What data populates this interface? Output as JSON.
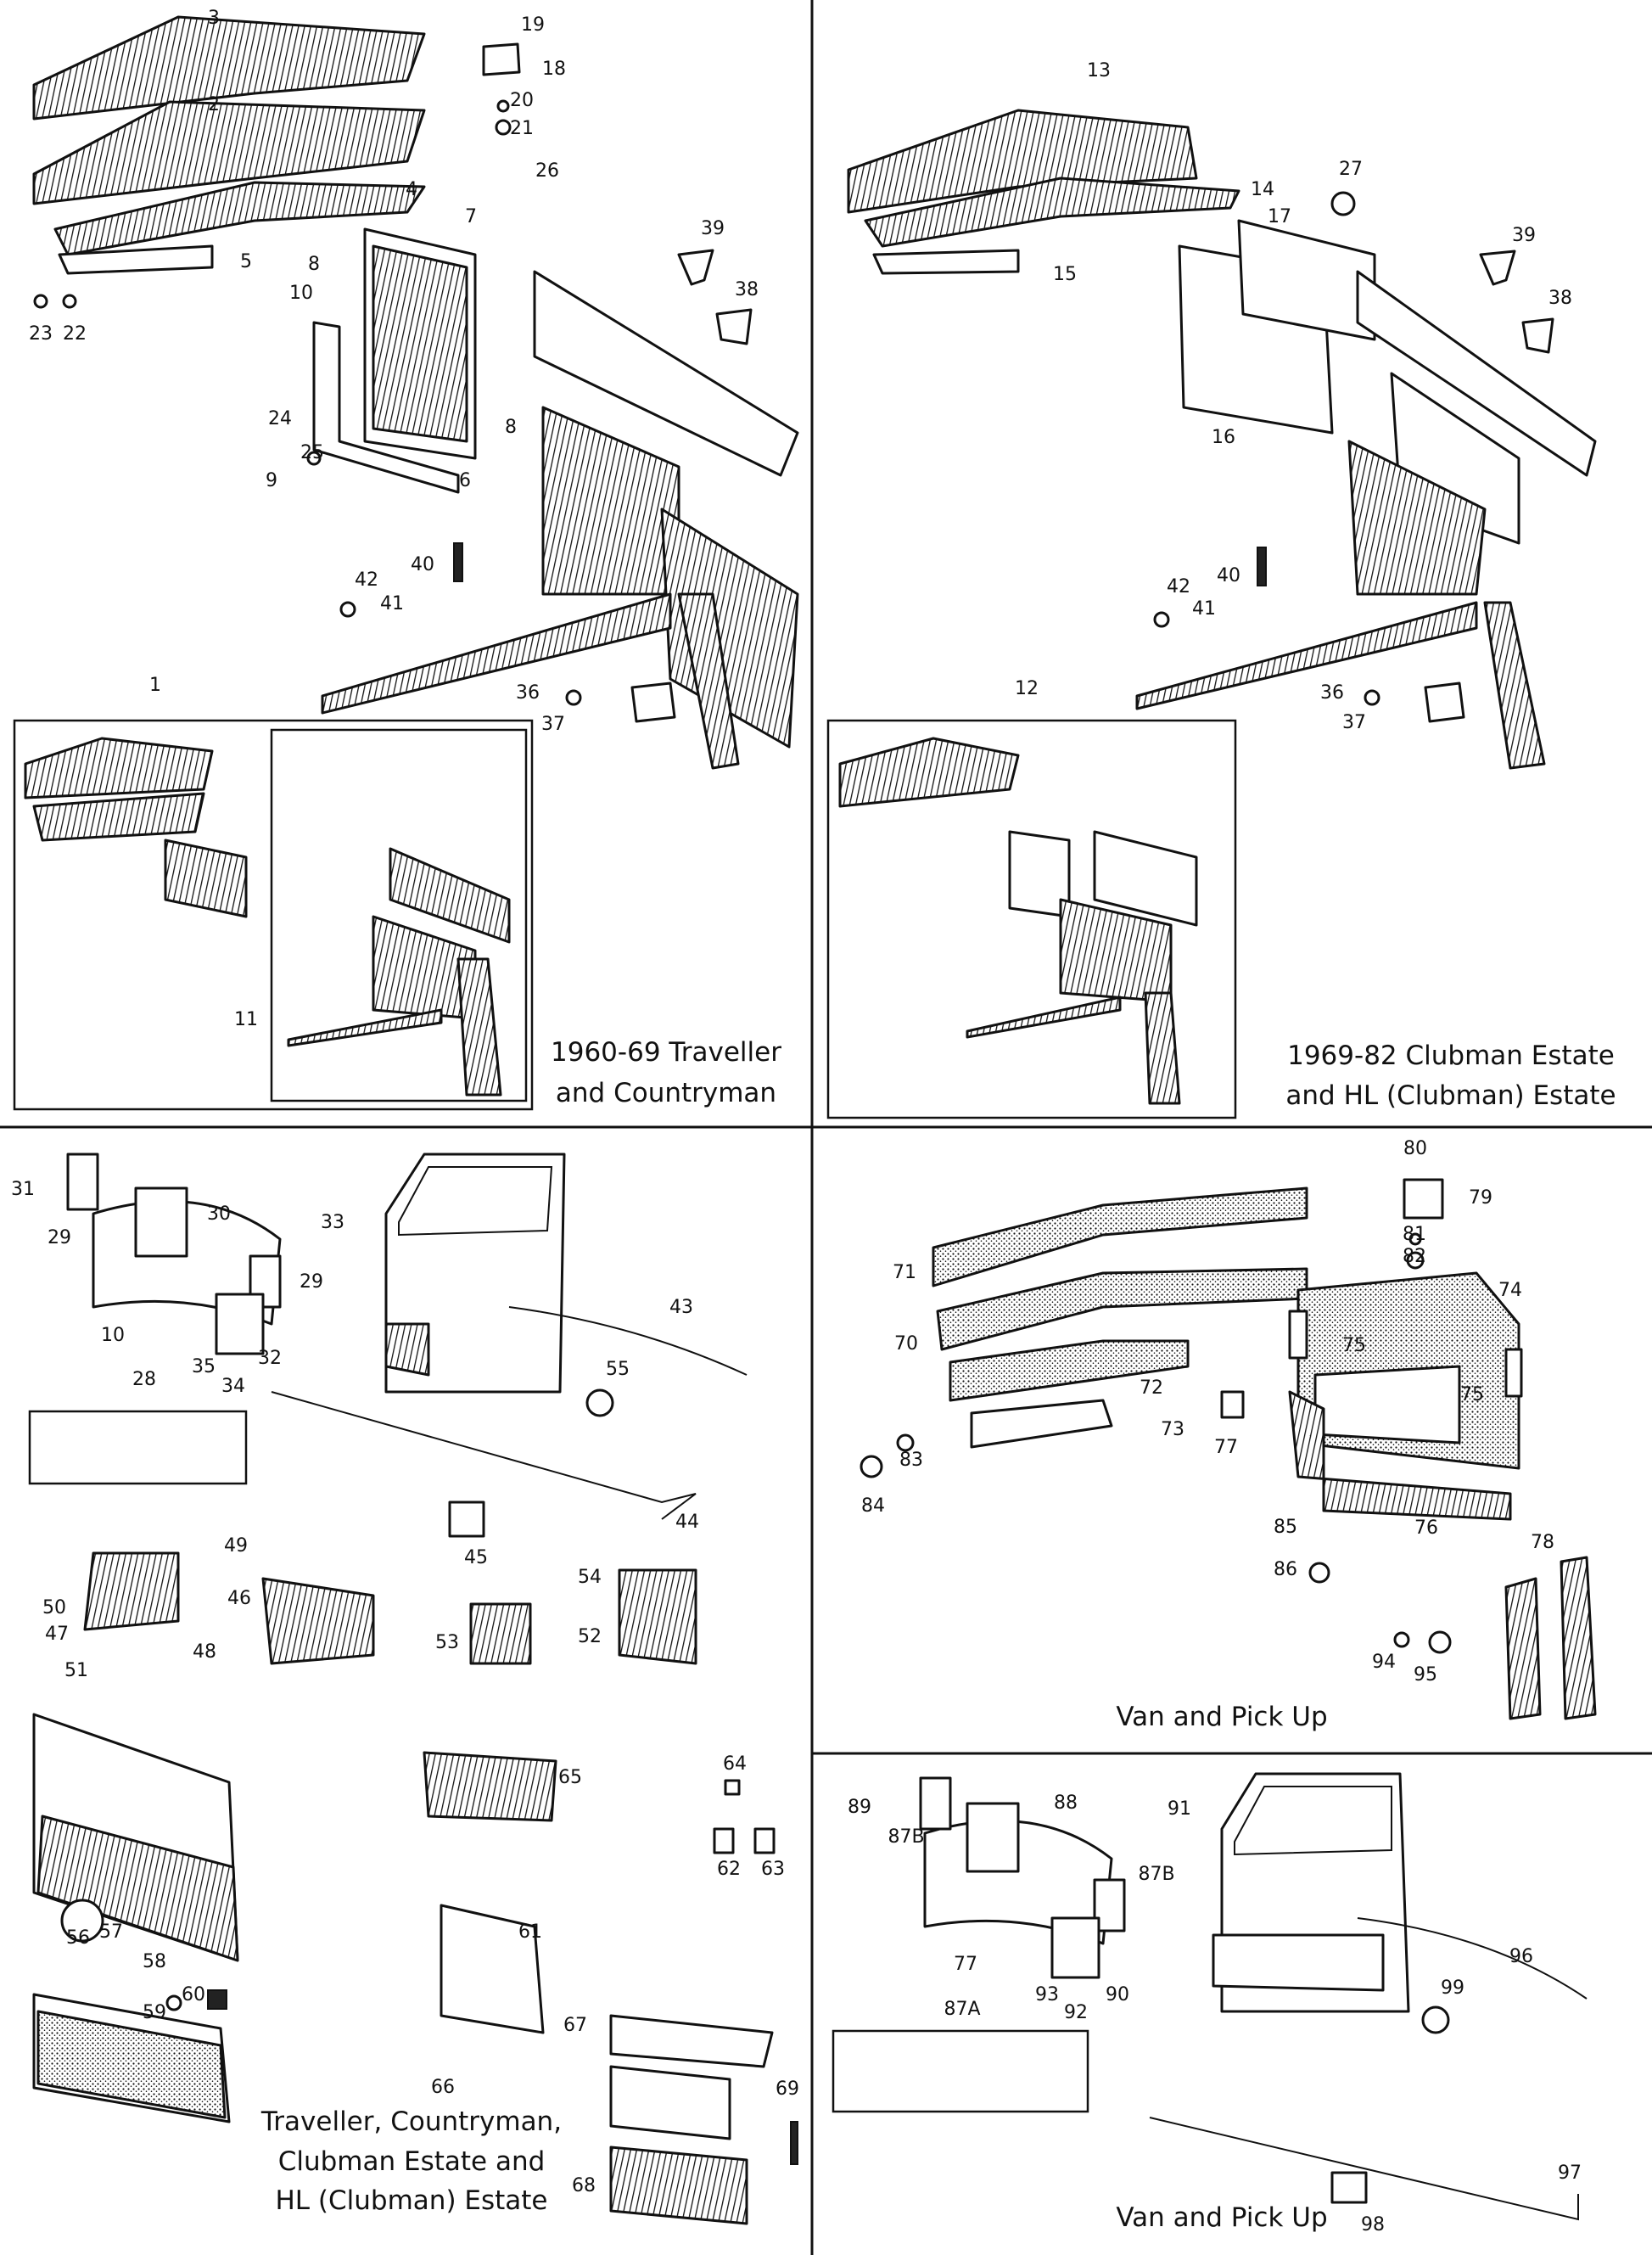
{
  "panels": {
    "traveller": {
      "caption": [
        "1960-69 Traveller",
        "and Countryman"
      ],
      "callouts": [
        "3",
        "19",
        "18",
        "2",
        "20",
        "21",
        "4",
        "26",
        "7",
        "5",
        "8",
        "39",
        "10",
        "38",
        "23",
        "22",
        "24",
        "25",
        "9",
        "6",
        "8",
        "40",
        "42",
        "41",
        "36",
        "37",
        "1",
        "11"
      ]
    },
    "clubman": {
      "caption": [
        "1969-82 Clubman Estate",
        "and HL (Clubman) Estate"
      ],
      "callouts": [
        "13",
        "27",
        "14",
        "17",
        "39",
        "15",
        "38",
        "16",
        "40",
        "42",
        "41",
        "36",
        "37",
        "12"
      ]
    },
    "door_trims": {
      "caption": [
        "Traveller, Countryman,",
        "Clubman Estate and",
        "HL (Clubman) Estate"
      ],
      "callouts": [
        "31",
        "29",
        "30",
        "33",
        "10",
        "29",
        "35",
        "34",
        "32",
        "43",
        "28",
        "55",
        "44",
        "45",
        "49",
        "50",
        "46",
        "47",
        "48",
        "51",
        "54",
        "52",
        "53",
        "56",
        "57",
        "58",
        "59",
        "60",
        "65",
        "64",
        "62",
        "63",
        "61",
        "66",
        "67",
        "69",
        "68"
      ]
    },
    "van_trims": {
      "caption": [
        "Van and Pick Up"
      ],
      "callouts": [
        "80",
        "79",
        "81",
        "82",
        "71",
        "74",
        "70",
        "75",
        "72",
        "75",
        "73",
        "77",
        "83",
        "84",
        "85",
        "76",
        "86",
        "78",
        "94",
        "95"
      ]
    },
    "van_doors": {
      "caption": [
        "Van and Pick Up"
      ],
      "callouts": [
        "89",
        "88",
        "87B",
        "91",
        "87B",
        "77",
        "96",
        "93",
        "92",
        "90",
        "99",
        "87A",
        "97",
        "98"
      ]
    }
  }
}
